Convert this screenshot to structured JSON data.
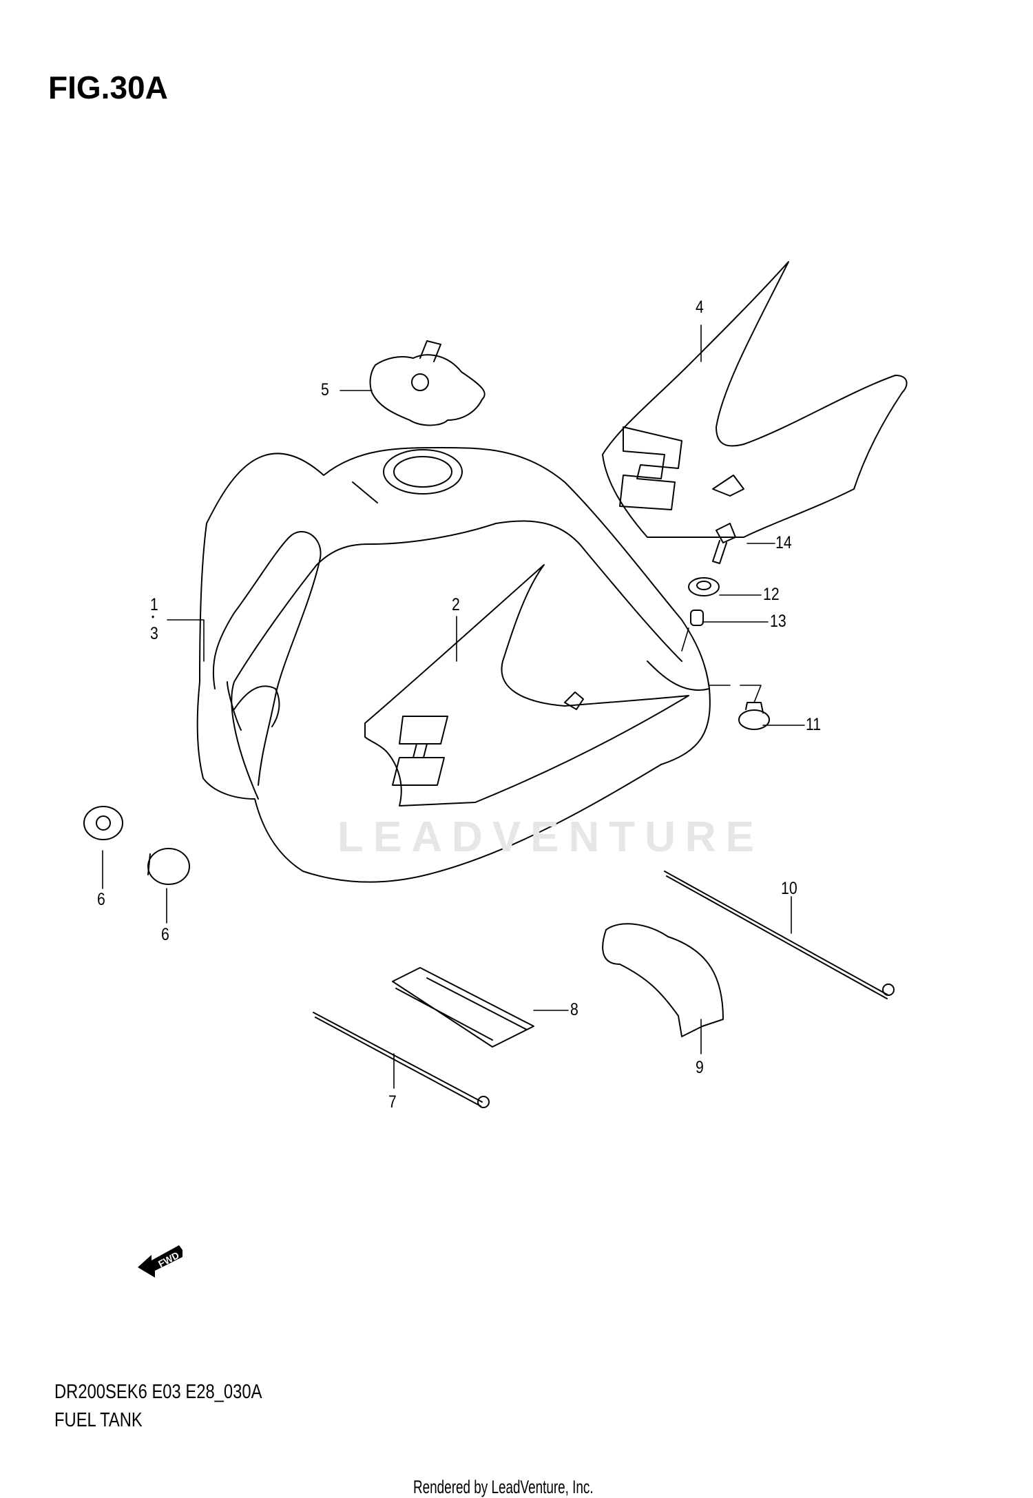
{
  "figure": {
    "title": "FIG.30A",
    "code": "DR200SEK6 E03 E28_030A",
    "caption": "FUEL TANK"
  },
  "watermark": "LEADVENTURE",
  "credit": "Rendered by LeadVenture, Inc.",
  "fwd_arrow": {
    "label": "FWD",
    "icon": "fwd-arrow-icon"
  },
  "callouts": [
    {
      "id": "1",
      "label": "1",
      "part": "fuel tank"
    },
    {
      "id": "dot",
      "label": "•"
    },
    {
      "id": "3",
      "label": "3",
      "part": "fuel tank"
    },
    {
      "id": "2",
      "label": "2",
      "part": "tank emblem decal"
    },
    {
      "id": "4",
      "label": "4",
      "part": "tank emblem decal"
    },
    {
      "id": "5",
      "label": "5",
      "part": "fuel cap"
    },
    {
      "id": "6a",
      "label": "6",
      "part": "cap"
    },
    {
      "id": "6b",
      "label": "6",
      "part": "cap"
    },
    {
      "id": "7",
      "label": "7",
      "part": "cable tie"
    },
    {
      "id": "8",
      "label": "8",
      "part": "cushion"
    },
    {
      "id": "9",
      "label": "9",
      "part": "cushion"
    },
    {
      "id": "10",
      "label": "10",
      "part": "cable tie"
    },
    {
      "id": "11",
      "label": "11",
      "part": "cushion"
    },
    {
      "id": "12",
      "label": "12",
      "part": "cushion"
    },
    {
      "id": "13",
      "label": "13",
      "part": "collar"
    },
    {
      "id": "14",
      "label": "14",
      "part": "bolt"
    }
  ]
}
